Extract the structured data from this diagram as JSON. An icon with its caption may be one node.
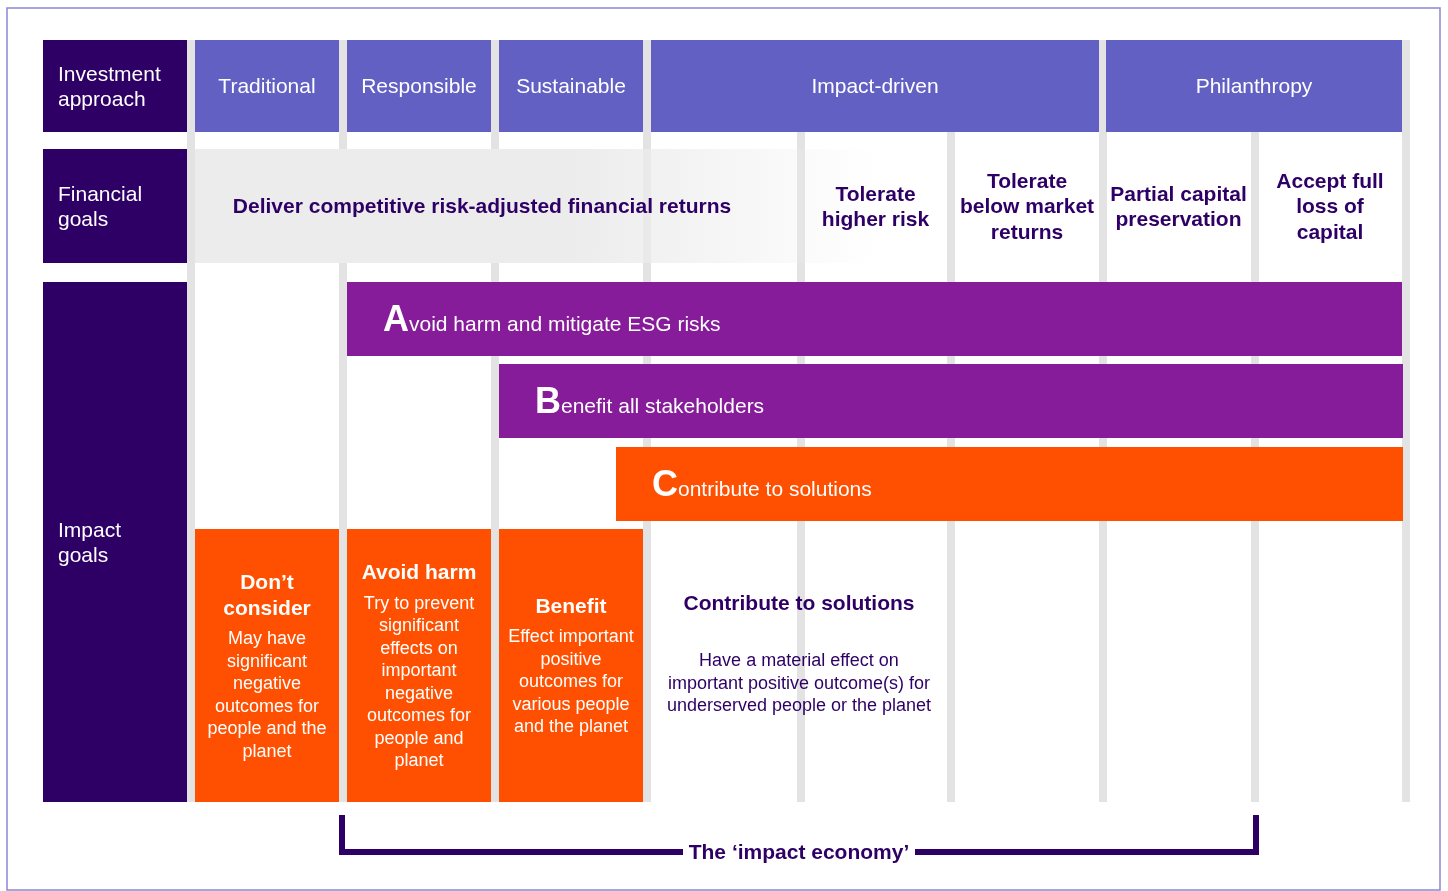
{
  "diagram": {
    "nodes": [
      {
        "text": [
          "Investment approach"
        ]
      },
      {
        "text": [
          "Traditional"
        ]
      },
      {
        "text": [
          "Responsible"
        ]
      },
      {
        "text": [
          "Sustainable"
        ]
      },
      {
        "text": [
          "Impact-driven"
        ]
      },
      {
        "text": [
          "Philanthropy"
        ]
      },
      {
        "text": [
          "Financial goals"
        ]
      },
      {
        "text": [
          "Deliver competitive risk-adjusted financial returns"
        ]
      },
      {
        "text": [
          "Tolerate higher risk"
        ]
      },
      {
        "text": [
          "Tolerate below market returns"
        ]
      },
      {
        "text": [
          "Partial capital preservation"
        ]
      },
      {
        "text": [
          "Accept full loss of capital"
        ]
      },
      {
        "text": [
          "Impact goals"
        ]
      },
      {
        "text": [
          "Avoid harm and mitigate ESG risks"
        ]
      },
      {
        "text": [
          "Benefit all stakeholders"
        ]
      },
      {
        "text": [
          "Contribute to solutions"
        ]
      },
      {
        "text": [
          "Don’t consider",
          "May have significant negative outcomes for people and the planet"
        ]
      },
      {
        "text": [
          "Avoid harm",
          "Try to prevent significant effects on important negative outcomes for people and planet"
        ]
      },
      {
        "text": [
          "Benefit",
          "Effect important positive outcomes for various people and the planet"
        ]
      },
      {
        "text": [
          "Contribute to solutions",
          "Have a material effect on important positive outcome(s) for underserved people or the planet"
        ]
      }
    ],
    "labels": [
      "The ‘impact economy’"
    ]
  }
}
